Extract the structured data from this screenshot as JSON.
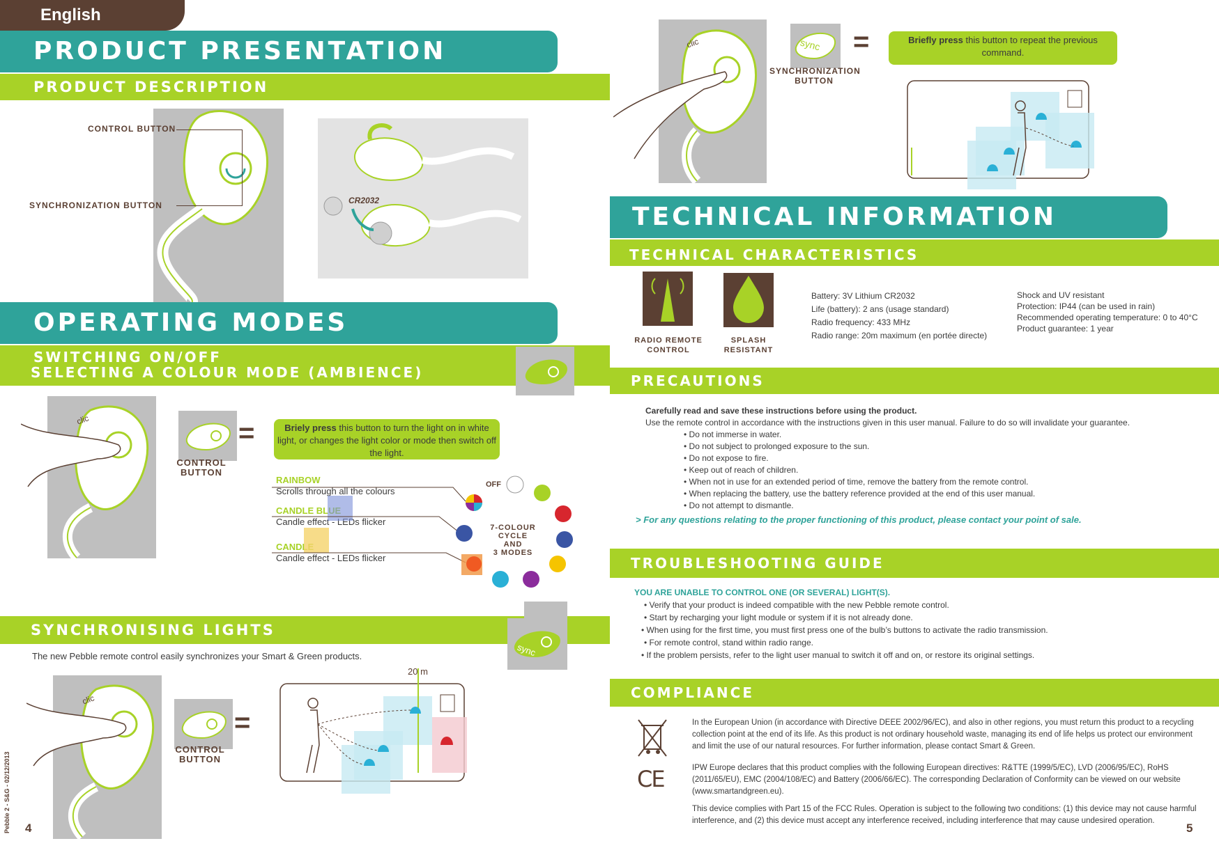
{
  "header": {
    "language_tab": "English"
  },
  "left": {
    "product_presentation": "PRODUCT PRESENTATION",
    "product_description": "PRODUCT DESCRIPTION",
    "control_button_label": "CONTROL BUTTON",
    "sync_button_label": "SYNCHRONIZATION BUTTON",
    "battery_label": "CR2032",
    "operating_modes": "OPERATING MODES",
    "switching_title_1": "SWITCHING ON/OFF",
    "switching_title_2": "SELECTING A COLOUR MODE (AMBIENCE)",
    "clic": "clic",
    "control_label_1": "CONTROL",
    "control_label_2": "BUTTON",
    "equals": "=",
    "briefly_bold": "Briely press",
    "briefly_text": " this button to  turn the light on in white light, or changes the light color or mode then switch off the light.",
    "modes": [
      {
        "name": "RAINBOW",
        "desc": "Scrolls through all the colours"
      },
      {
        "name": "CANDLE BLUE",
        "desc": "Candle effect - LEDs flicker"
      },
      {
        "name": "CANDLE",
        "desc": "Candle effect - LEDs flicker"
      }
    ],
    "off_label": "OFF",
    "cycle_label_1": "7-COLOUR CYCLE",
    "cycle_label_2": "AND",
    "cycle_label_3": "3 MODES",
    "sync_lights_title": "SYNCHRONISING LIGHTS",
    "sync_lights_text": "The new Pebble remote control easily synchronizes your Smart & Green products.",
    "distance_label": "20 m",
    "sync_icon_text": "sync",
    "page_number": "4",
    "footer_vertical": "Pebble 2 - S&G - 02/12/2013"
  },
  "right": {
    "sync_label_1": "SYNCHRONIZATION",
    "sync_label_2": "BUTTON",
    "repeat_bold": "Briefly press",
    "repeat_text": " this button to repeat the previous command.",
    "technical_information": "TECHNICAL INFORMATION",
    "technical_characteristics": "TECHNICAL CHARACTERISTICS",
    "radio_remote_1": "RADIO REMOTE",
    "radio_remote_2": "CONTROL",
    "splash_1": "SPLASH",
    "splash_2": "RESISTANT",
    "specs_left": [
      "Battery:  3V Lithium CR2032",
      "Life (battery): 2 ans (usage standard)",
      "Radio frequency:  433 MHz",
      "Radio range:  20m maximum (en portée directe)"
    ],
    "specs_right": [
      "Shock and UV resistant",
      "Protection: IP44 (can be used in rain)",
      "Recommended operating temperature: 0 to 40°C",
      "Product guarantee: 1 year"
    ],
    "precautions_title": "PRECAUTIONS",
    "precautions_bold": "Carefully read and save these instructions before using the product.",
    "precautions_intro": "Use the remote control in accordance with the instructions given in this user manual. Failure to do so will invalidate your guarantee.",
    "precautions_items": [
      "• Do not immerse in water.",
      "• Do not subject to prolonged exposure to the sun.",
      "• Do not expose to fire.",
      "• Keep out of reach of children.",
      "• When not in use for an extended period of time, remove the battery from the remote control.",
      "• When replacing the battery, use the battery reference provided at the end of this user manual.",
      "• Do not attempt to dismantle."
    ],
    "precautions_contact": "> For any questions relating to the proper functioning of this product, please contact your point of sale.",
    "troubleshooting_title": "TROUBLESHOOTING GUIDE",
    "trouble_heading": "YOU ARE UNABLE TO CONTROL ONE (OR SEVERAL) LIGHT(S).",
    "trouble_items": [
      "• Verify that your product is indeed compatible with the new Pebble remote control.",
      "• Start by recharging your light module or system if it is not already done.",
      "• When using for the first time, you must first press one of the bulb’s buttons to activate the radio transmission.",
      "• For remote control, stand within radio range.",
      "• If the problem persists, refer to the light user manual to switch it off and on, or restore its original settings."
    ],
    "compliance_title": "COMPLIANCE",
    "compliance_p1": "In the European Union (in accordance with Directive DEEE 2002/96/EC), and also in other regions, you must return this product to a recycling collection point at the end of its life. As this product is not ordinary household waste, managing its end of life helps us protect our environment and limit the use of our natural resources. For further information, please contact Smart & Green.",
    "compliance_p2": "IPW Europe declares that this product complies with the following European directives: R&TTE (1999/5/EC), LVD (2006/95/EC), RoHS (2011/65/EU), EMC (2004/108/EC) and Battery (2006/66/EC). The corresponding Declaration of Conformity can be viewed on our website (www.smartandgreen.eu).",
    "compliance_p3": "This device complies with Part 15 of the FCC Rules. Operation is subject to the following two conditions: (1) this device may not cause harmful interference, and (2) this device must accept any interference received, including interference that may cause undesired operation.",
    "ce_mark": "CE",
    "page_number": "5"
  },
  "colors": {
    "teal": "#2fa39a",
    "green": "#a8d227",
    "brown": "#5b4033"
  }
}
